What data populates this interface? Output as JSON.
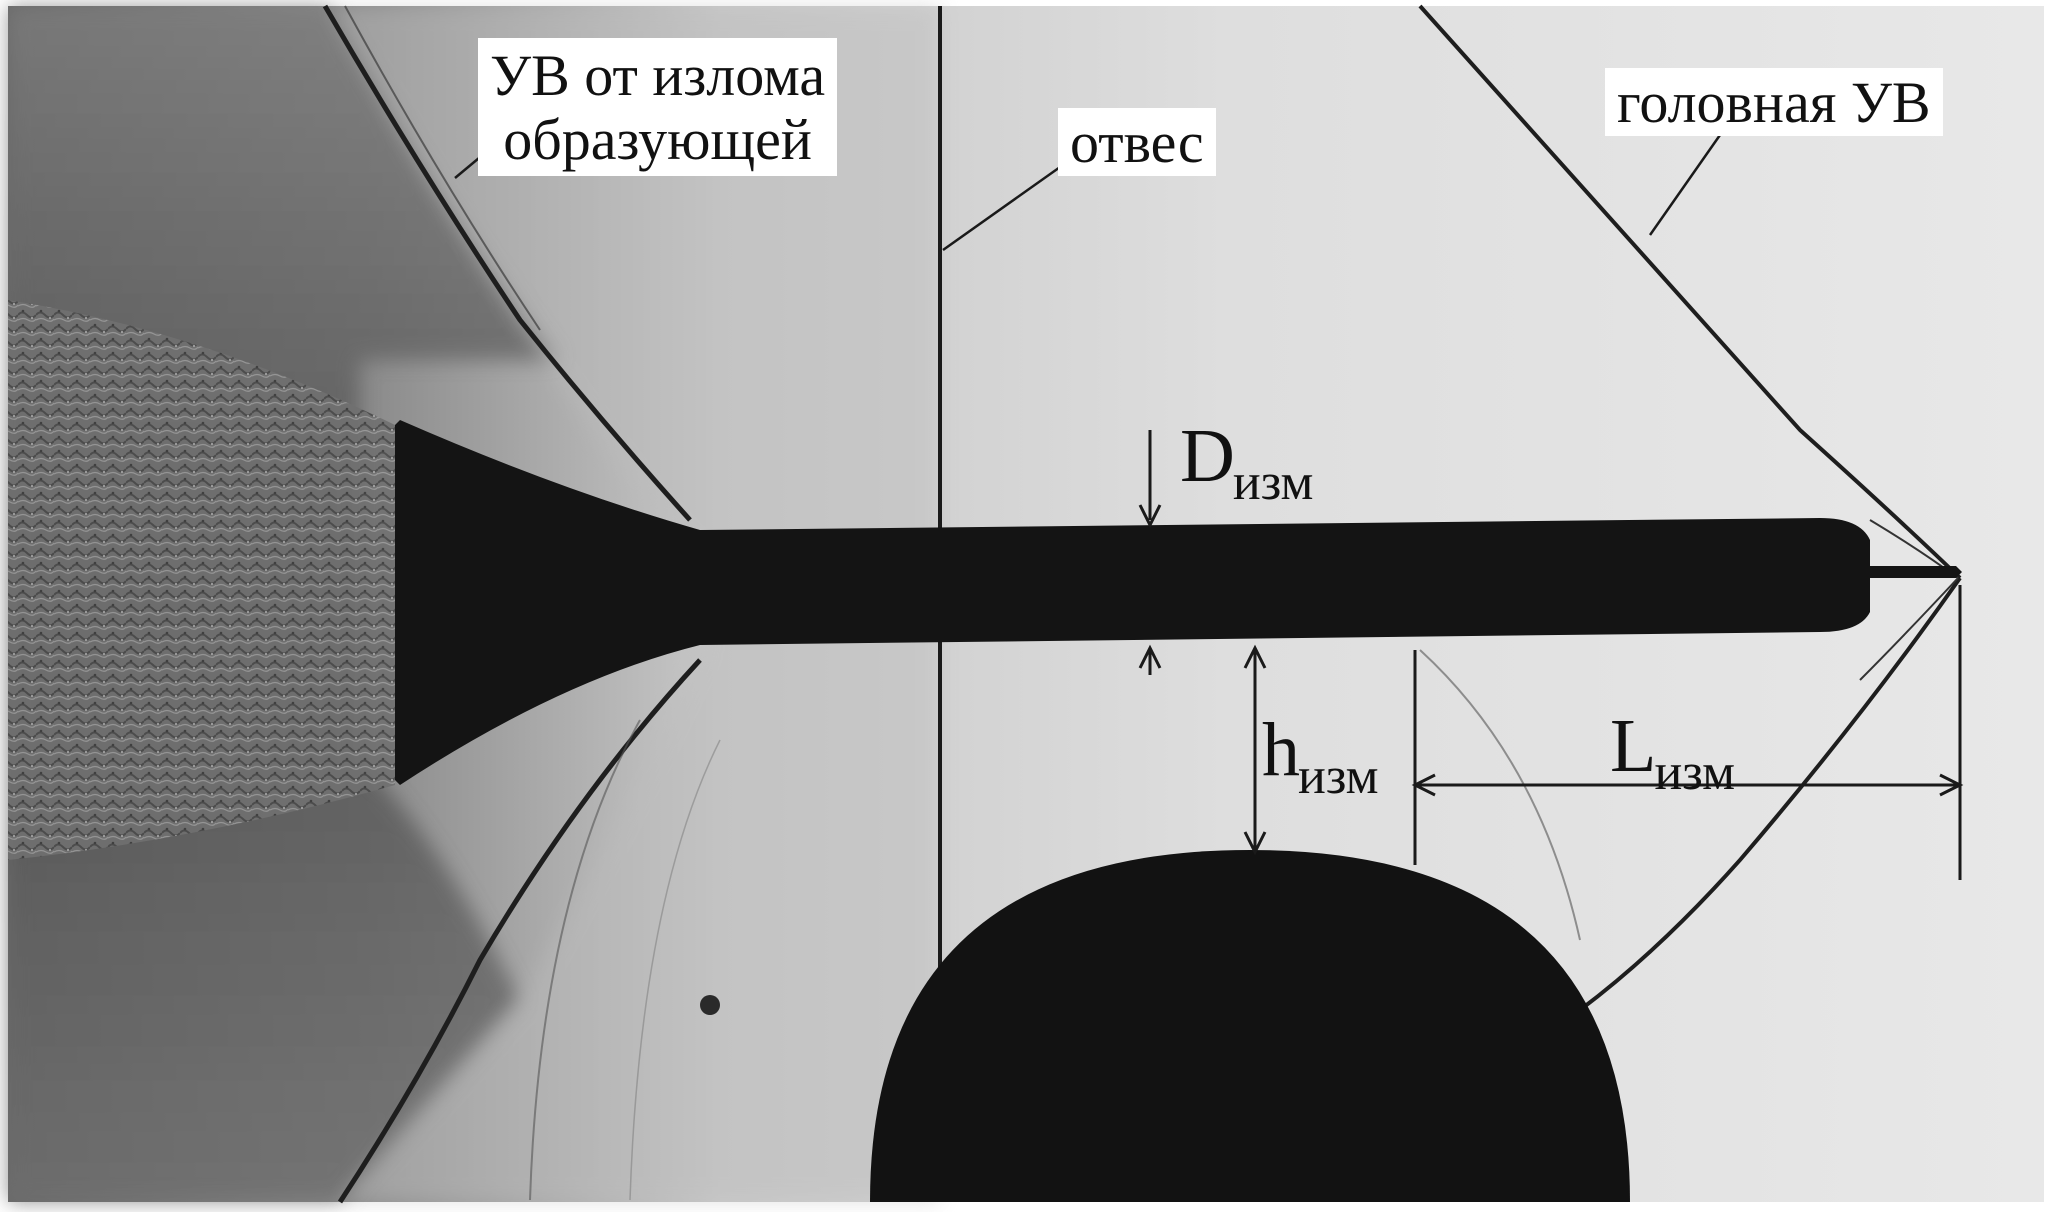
{
  "labels": {
    "break_shock_line1": "УВ от излома",
    "break_shock_line2": "образующей",
    "plumb": "отвес",
    "bow_shock": "головная УВ",
    "d_symbol": "D",
    "d_subscript": "изм",
    "h_symbol": "h",
    "h_subscript": "изм",
    "l_symbol": "L",
    "l_subscript": "изм"
  },
  "colors": {
    "background_light": "#e6e6e6",
    "background_dark": "#5c5c5c",
    "model": "#141414",
    "shock_line": "#1e1e1e",
    "label_box": "#ffffff"
  }
}
